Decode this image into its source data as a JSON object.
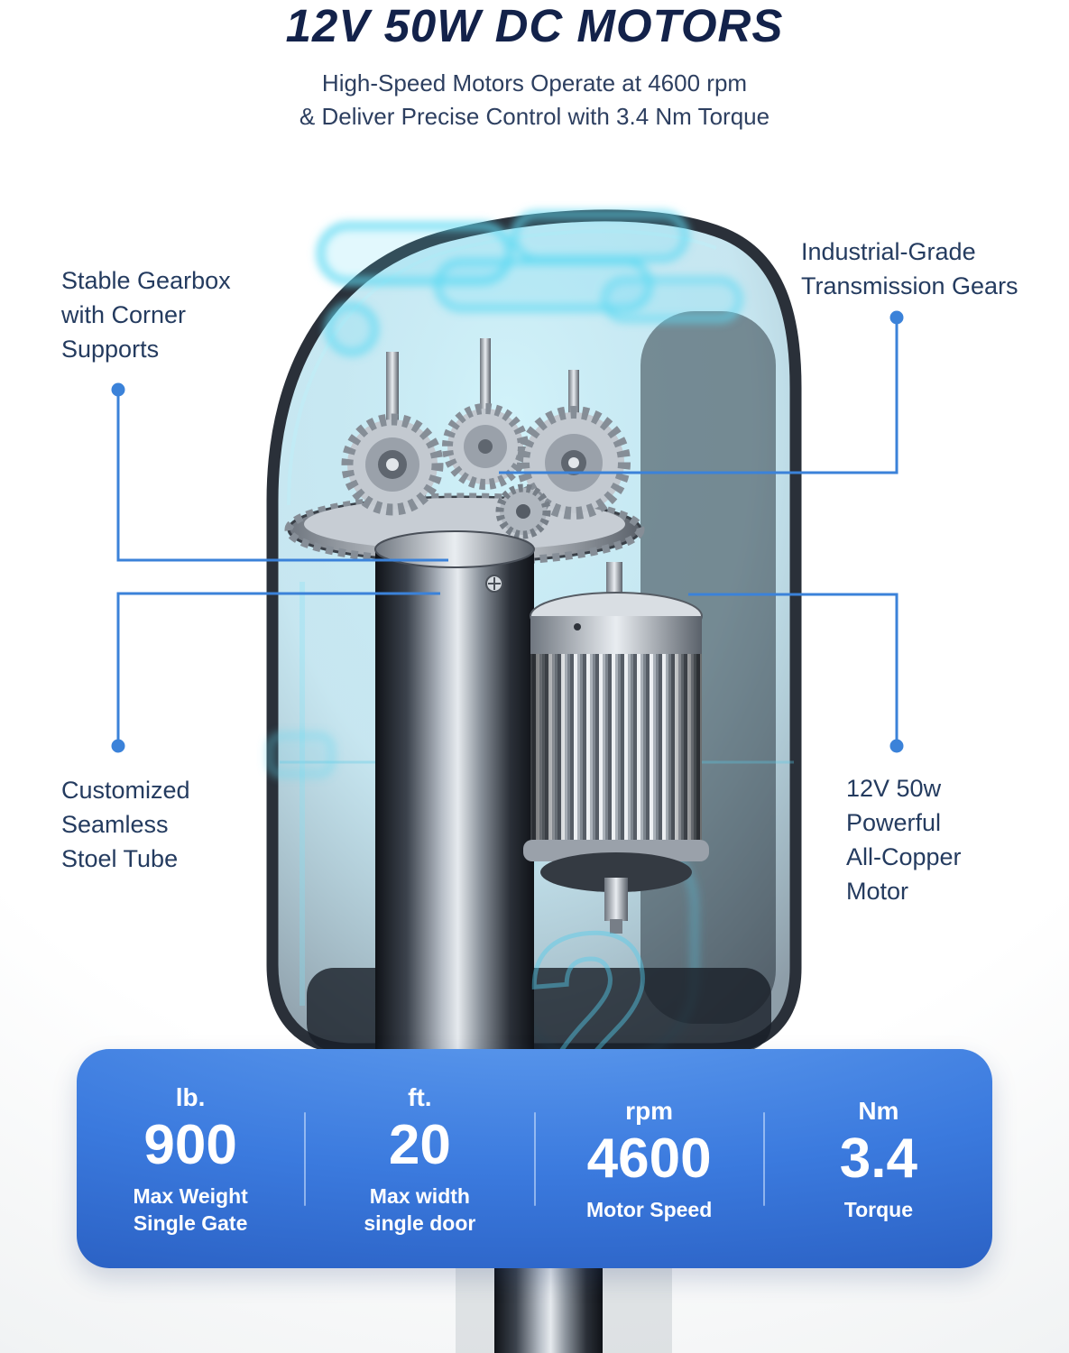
{
  "header": {
    "title": "12V 50W DC MOTORS",
    "subtitle": "High-Speed Motors Operate at 4600 rpm\n& Deliver Precise Control with 3.4 Nm Torque"
  },
  "callouts": {
    "gearbox": "Stable Gearbox\nwith Corner\nSupports",
    "transmission_gears": "Industrial-Grade\nTransmission Gears",
    "steel_tube": "Customized\nSeamless\nStoel Tube",
    "motor": "12V 50w\nPowerful\nAll-Copper\nMotor"
  },
  "stats": {
    "items": [
      {
        "unit": "lb.",
        "value": "900",
        "caption": "Max Weight\nSingle Gate"
      },
      {
        "unit": "ft.",
        "value": "20",
        "caption": "Max width\nsingle door"
      },
      {
        "unit": "rpm",
        "value": "4600",
        "caption": "Motor Speed"
      },
      {
        "unit": "Nm",
        "value": "3.4",
        "caption": "Torque"
      }
    ]
  },
  "colors": {
    "title_navy": "#13224a",
    "callout_text": "#243b5f",
    "accent_blue": "#3b82d9",
    "cyan_glow": "#5fd9f2",
    "panel_gradient_top": "#4788e6",
    "panel_gradient_bottom": "#2152b4"
  }
}
